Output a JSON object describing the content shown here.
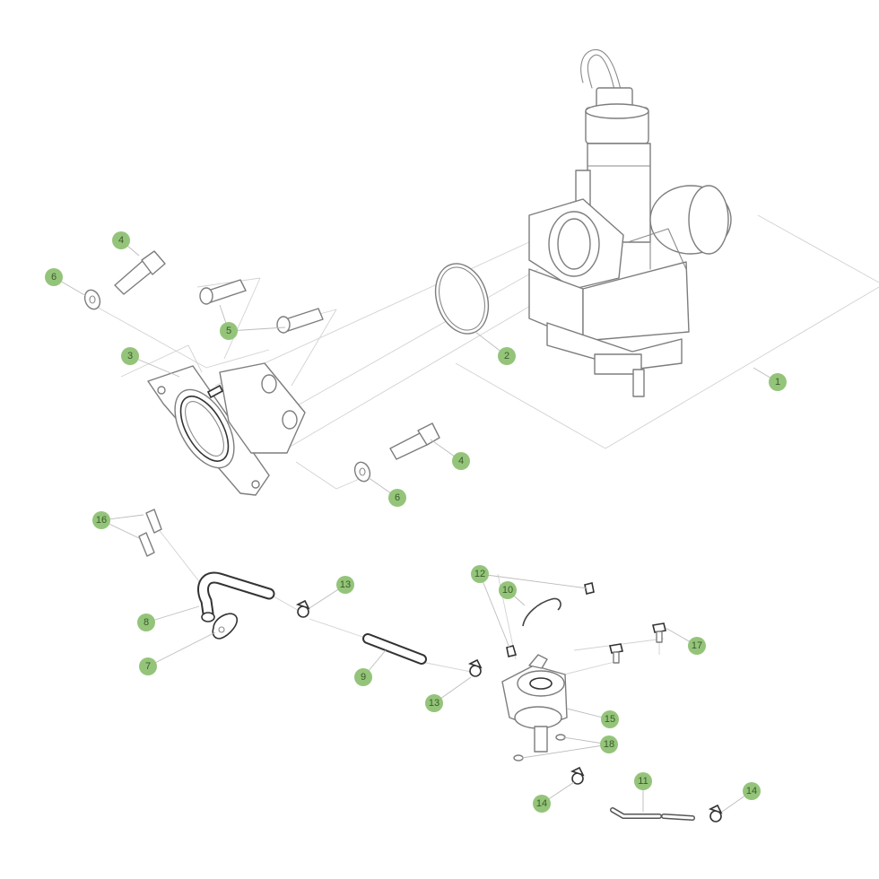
{
  "callouts": [
    {
      "id": "c1",
      "label": "1"
    },
    {
      "id": "c2",
      "label": "2"
    },
    {
      "id": "c3",
      "label": "3"
    },
    {
      "id": "c4a",
      "label": "4"
    },
    {
      "id": "c4b",
      "label": "4"
    },
    {
      "id": "c5",
      "label": "5"
    },
    {
      "id": "c6a",
      "label": "6"
    },
    {
      "id": "c6b",
      "label": "6"
    },
    {
      "id": "c7",
      "label": "7"
    },
    {
      "id": "c8",
      "label": "8"
    },
    {
      "id": "c9",
      "label": "9"
    },
    {
      "id": "c10",
      "label": "10"
    },
    {
      "id": "c11",
      "label": "11"
    },
    {
      "id": "c12",
      "label": "12"
    },
    {
      "id": "c13a",
      "label": "13"
    },
    {
      "id": "c13b",
      "label": "13"
    },
    {
      "id": "c14a",
      "label": "14"
    },
    {
      "id": "c14b",
      "label": "14"
    },
    {
      "id": "c15",
      "label": "15"
    },
    {
      "id": "c16",
      "label": "16"
    },
    {
      "id": "c17",
      "label": "17"
    },
    {
      "id": "c18",
      "label": "18"
    }
  ],
  "colors": {
    "callout_fill": "#94c47a",
    "line": "#7d7d7d",
    "leader": "#bcbcbc"
  }
}
